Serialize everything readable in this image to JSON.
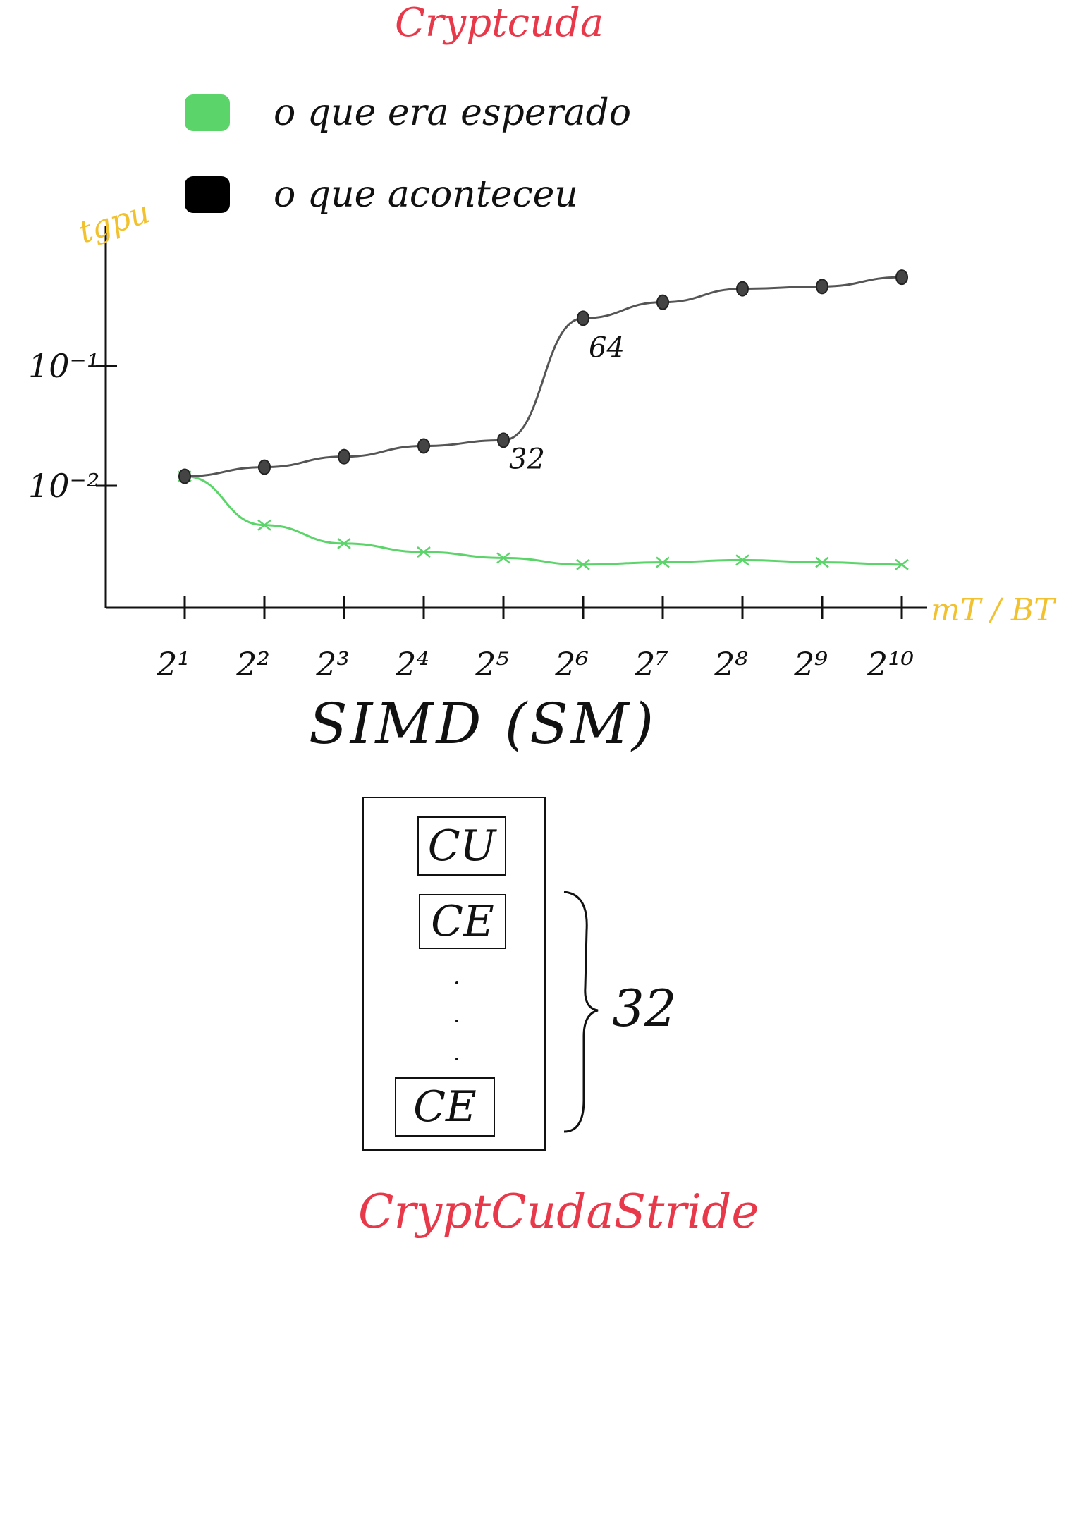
{
  "title_top": "Cryptcuda",
  "title_bottom": "CryptCudaStride",
  "legend": [
    {
      "label": "o que era esperado",
      "color": "#5bd46a"
    },
    {
      "label": "o que aconteceu",
      "color": "#000000"
    }
  ],
  "chart_data": {
    "type": "line",
    "ylabel": "tgpu",
    "xlabel": "mT / BT",
    "y_scale": "log",
    "y_ticks": [
      "10⁻¹",
      "10⁻²"
    ],
    "categories": [
      "2¹",
      "2²",
      "2³",
      "2⁴",
      "2⁵",
      "2⁶",
      "2⁷",
      "2⁸",
      "2⁹",
      "2¹⁰"
    ],
    "series": [
      {
        "name": "o que era esperado",
        "color": "#5bd46a",
        "values": [
          0.012,
          0.0047,
          0.0033,
          0.0028,
          0.0025,
          0.0022,
          0.0023,
          0.0024,
          0.0023,
          0.0022
        ]
      },
      {
        "name": "o que aconteceu",
        "color": "#555555",
        "values": [
          0.012,
          0.0143,
          0.0175,
          0.0215,
          0.024,
          0.25,
          0.34,
          0.44,
          0.46,
          0.55
        ]
      }
    ],
    "annotations": [
      {
        "text": "32",
        "category": "2⁵"
      },
      {
        "text": "64",
        "category": "2⁶"
      }
    ]
  },
  "simd": {
    "title": "SIMD (SM)",
    "units": [
      "CU",
      "CE",
      "CE"
    ],
    "count_label": "32"
  }
}
